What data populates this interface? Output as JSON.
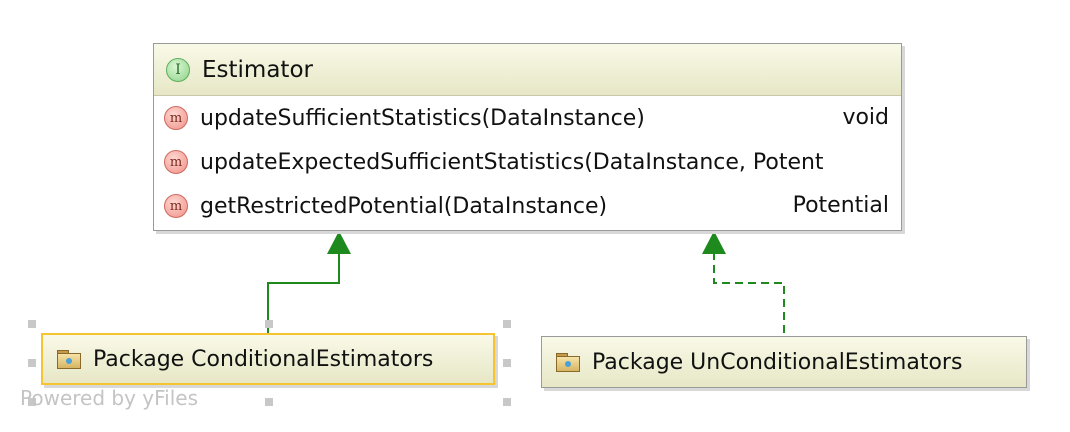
{
  "diagram": {
    "interface": {
      "badge": "I",
      "name": "Estimator",
      "methods": [
        {
          "badge": "m",
          "name": "updateSufficientStatistics(DataInstance)",
          "type": "void"
        },
        {
          "badge": "m",
          "name": "updateExpectedSufficientStatistics(DataInstance, Potent",
          "type": ""
        },
        {
          "badge": "m",
          "name": "getRestrictedPotential(DataInstance)",
          "type": "Potential"
        }
      ]
    },
    "packages": [
      {
        "label": "Package ConditionalEstimators",
        "selected": true
      },
      {
        "label": "Package UnConditionalEstimators",
        "selected": false
      }
    ],
    "watermark": "Powered by yFiles",
    "colors": {
      "edge": "#1e8a1e",
      "selection": "#f5c430",
      "header_top": "#f9f9e8",
      "header_bottom": "#e7e7c6"
    },
    "edges": [
      {
        "from": "Package ConditionalEstimators",
        "to": "Estimator",
        "style": "solid"
      },
      {
        "from": "Package UnConditionalEstimators",
        "to": "Estimator",
        "style": "dashed"
      }
    ],
    "icons": {
      "interface": "interface-badge-icon",
      "method": "method-badge-icon",
      "package": "folder-icon"
    }
  }
}
